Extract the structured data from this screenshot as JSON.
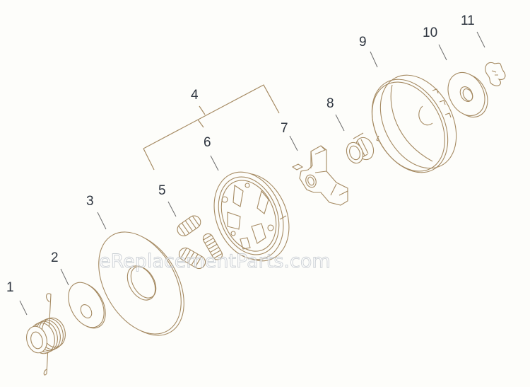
{
  "diagram": {
    "type": "exploded-parts-diagram",
    "subject": "clutch assembly",
    "watermark": "eReplacementParts.com",
    "colors": {
      "background": "#fdfdfa",
      "line_art": "#a58a62",
      "callout_text": "#2f3640"
    },
    "callouts": [
      {
        "number": "1",
        "part": "spring / bearing"
      },
      {
        "number": "2",
        "part": "washer"
      },
      {
        "number": "3",
        "part": "large washer plate"
      },
      {
        "number": "4",
        "part": "clutch assembly (group)"
      },
      {
        "number": "5",
        "part": "clutch springs"
      },
      {
        "number": "6",
        "part": "clutch shoe hub"
      },
      {
        "number": "7",
        "part": "clutch spider"
      },
      {
        "number": "8",
        "part": "needle bearing"
      },
      {
        "number": "9",
        "part": "clutch drum"
      },
      {
        "number": "10",
        "part": "washer"
      },
      {
        "number": "11",
        "part": "e-clip"
      }
    ]
  }
}
